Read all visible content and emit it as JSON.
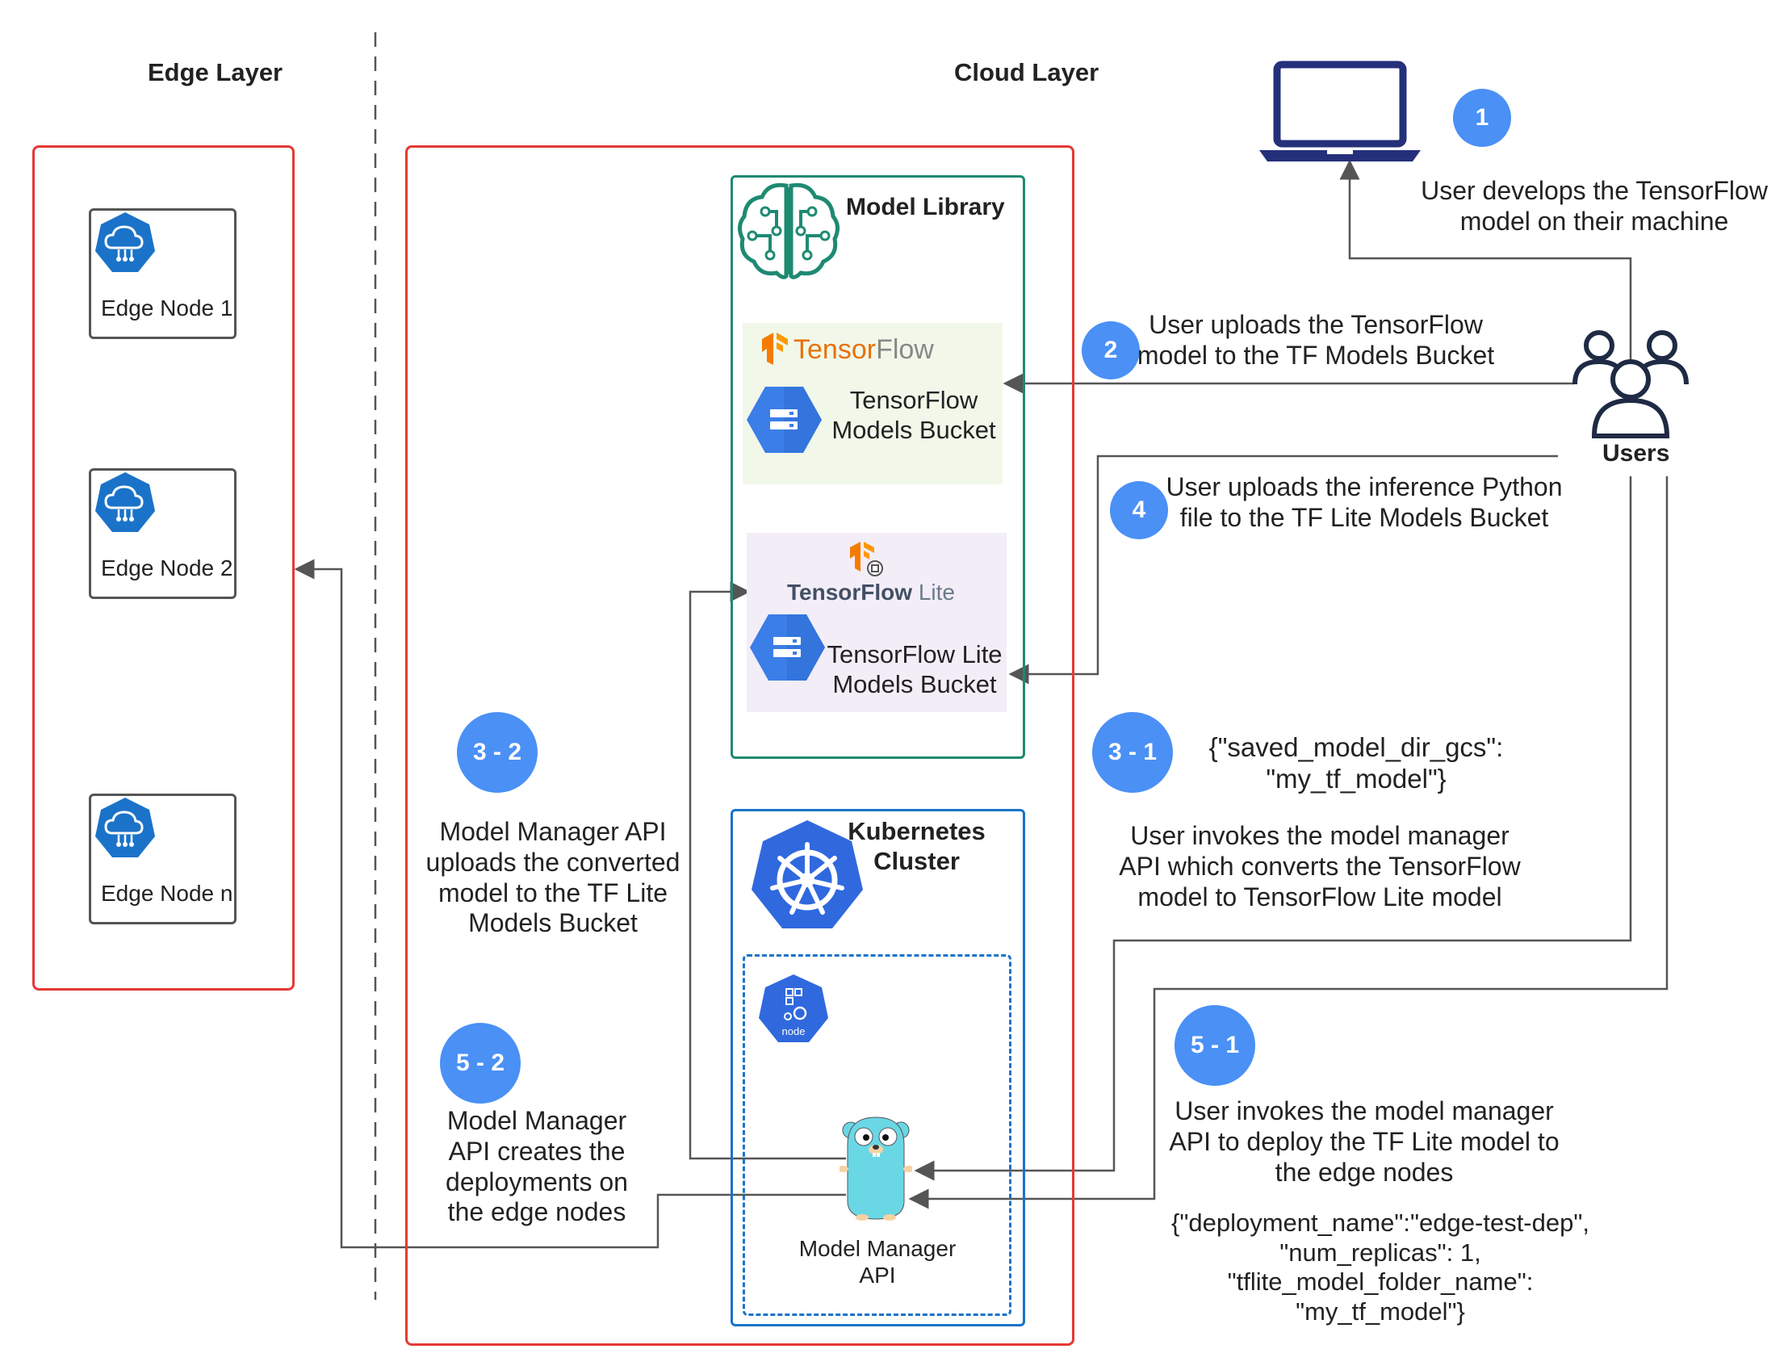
{
  "layers": {
    "edge_title": "Edge Layer",
    "cloud_title": "Cloud Layer"
  },
  "edge_nodes": [
    {
      "label": "Edge Node 1",
      "icon": "cloud-node-icon"
    },
    {
      "label": "Edge Node 2",
      "icon": "cloud-node-icon"
    },
    {
      "label": "Edge Node n",
      "icon": "cloud-node-icon"
    }
  ],
  "model_library": {
    "title": "Model Library",
    "tensorflow_logo": {
      "tensor": "Tensor",
      "flow": "Flow"
    },
    "tf_bucket_label": "TensorFlow\nModels Bucket",
    "tflite_logo": {
      "tensorflow": "TensorFlow",
      "lite": "Lite"
    },
    "tflite_bucket_label": "TensorFlow Lite\nModels Bucket"
  },
  "kubernetes": {
    "title": "Kubernetes\nCluster",
    "node_label": "node",
    "api_label": "Model Manager\nAPI"
  },
  "users_label": "Users",
  "steps": [
    {
      "badge": "1",
      "text": "User develops the TensorFlow\nmodel on their machine"
    },
    {
      "badge": "2",
      "text": "User uploads the TensorFlow\nmodel to the TF Models Bucket"
    },
    {
      "badge": "4",
      "text": "User uploads the inference Python\nfile to the TF Lite Models Bucket"
    },
    {
      "badge": "3 - 1",
      "text": "User invokes the model manager\nAPI which converts the TensorFlow\nmodel to TensorFlow Lite model",
      "payload": "{\"saved_model_dir_gcs\":\n\"my_tf_model\"}"
    },
    {
      "badge": "3 - 2",
      "text": "Model Manager API\nuploads the converted\nmodel to the TF Lite\nModels Bucket"
    },
    {
      "badge": "5 - 1",
      "text": "User invokes the model manager\nAPI to deploy the TF Lite model to\nthe edge nodes",
      "payload": "{\"deployment_name\":\"edge-test-dep\",\n\"num_replicas\": 1,\n\"tflite_model_folder_name\":\n\"my_tf_model\"}"
    },
    {
      "badge": "5 - 2",
      "text": "Model Manager\nAPI creates the\ndeployments on\nthe edge nodes"
    }
  ],
  "colors": {
    "badge": "#4a90f5",
    "red_border": "#e53935",
    "teal_border": "#1e8a72",
    "blue_border": "#1a73c9",
    "laptop": "#25307a",
    "users": "#1f2a44",
    "gcs_hex": "#3b7ee8",
    "k8s": "#3069de",
    "tf_orange": "#f57c00",
    "gopher": "#6ad7e5"
  }
}
